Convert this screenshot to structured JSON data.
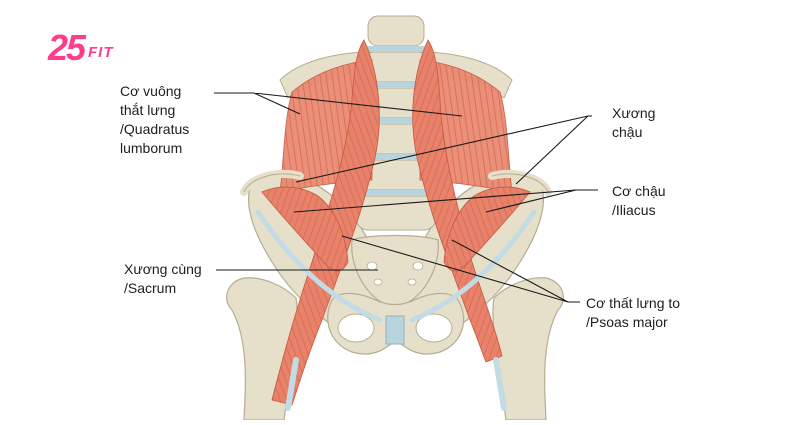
{
  "logo": {
    "number": "25",
    "suffix": "FIT",
    "color": "#ff3d8b"
  },
  "labels": {
    "quadratus": "Cơ vuông\nthắt lưng\n/Quadratus\nlumborum",
    "ilium": "Xương\nchậu",
    "iliacus": "Cơ chậu\n/Iliacus",
    "sacrum": "Xương cùng\n/Sacrum",
    "psoas": "Cơ thất lưng to\n/Psoas major"
  },
  "colors": {
    "muscle": "#e8826a",
    "muscle_dark": "#c9563f",
    "bone": "#e6e0cb",
    "bone_shadow": "#c9c2a8",
    "ligament": "#b8d4de",
    "leader_line": "#1a1a1a"
  }
}
